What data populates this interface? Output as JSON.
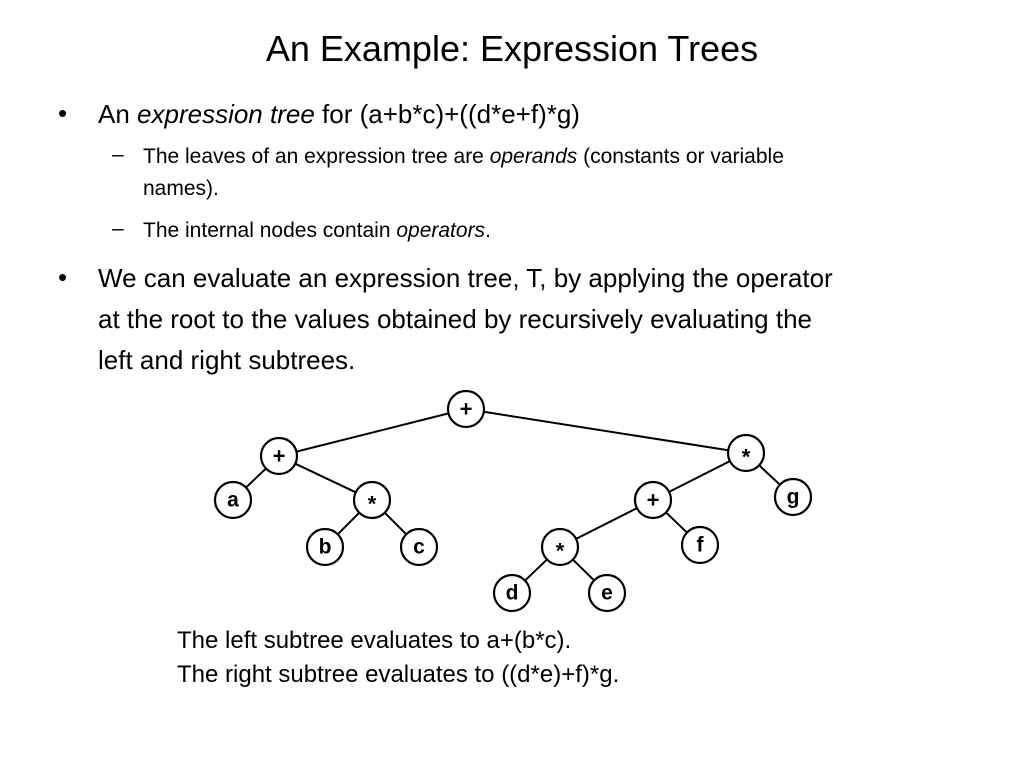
{
  "slide": {
    "title": "An Example: Expression Trees",
    "bullet_char": "•",
    "sub_bullet_char": "–",
    "bullets": [
      {
        "prefix": "An ",
        "emph": "expression tree",
        "suffix": " for (a+b*c)+((d*e+f)*g)",
        "sub": [
          {
            "prefix": "The leaves of an expression tree are ",
            "emph": "operands",
            "suffix_line1": " (constants or variable",
            "suffix_line2": "names)."
          },
          {
            "prefix": "The internal nodes contain ",
            "emph": "operators",
            "suffix": "."
          }
        ]
      },
      {
        "line1": "We can evaluate an expression tree, T, by applying the operator",
        "line2": "at the root to the values obtained by recursively evaluating the",
        "line3": "left and right subtrees."
      }
    ],
    "caption": {
      "line1": "The left subtree evaluates to a+(b*c).",
      "line2": "The right subtree evaluates to ((d*e)+f)*g."
    }
  },
  "tree": {
    "nodes": [
      {
        "id": "root",
        "label": "+"
      },
      {
        "id": "lplus",
        "label": "+"
      },
      {
        "id": "rmul",
        "label": "*"
      },
      {
        "id": "a",
        "label": "a"
      },
      {
        "id": "lmul",
        "label": "*"
      },
      {
        "id": "b",
        "label": "b"
      },
      {
        "id": "c",
        "label": "c"
      },
      {
        "id": "rplus",
        "label": "+"
      },
      {
        "id": "g",
        "label": "g"
      },
      {
        "id": "imul",
        "label": "*"
      },
      {
        "id": "f",
        "label": "f"
      },
      {
        "id": "d",
        "label": "d"
      },
      {
        "id": "e",
        "label": "e"
      }
    ],
    "edges": [
      [
        "root",
        "lplus"
      ],
      [
        "root",
        "rmul"
      ],
      [
        "lplus",
        "a"
      ],
      [
        "lplus",
        "lmul"
      ],
      [
        "lmul",
        "b"
      ],
      [
        "lmul",
        "c"
      ],
      [
        "rmul",
        "rplus"
      ],
      [
        "rmul",
        "g"
      ],
      [
        "rplus",
        "imul"
      ],
      [
        "rplus",
        "f"
      ],
      [
        "imul",
        "d"
      ],
      [
        "imul",
        "e"
      ]
    ]
  }
}
